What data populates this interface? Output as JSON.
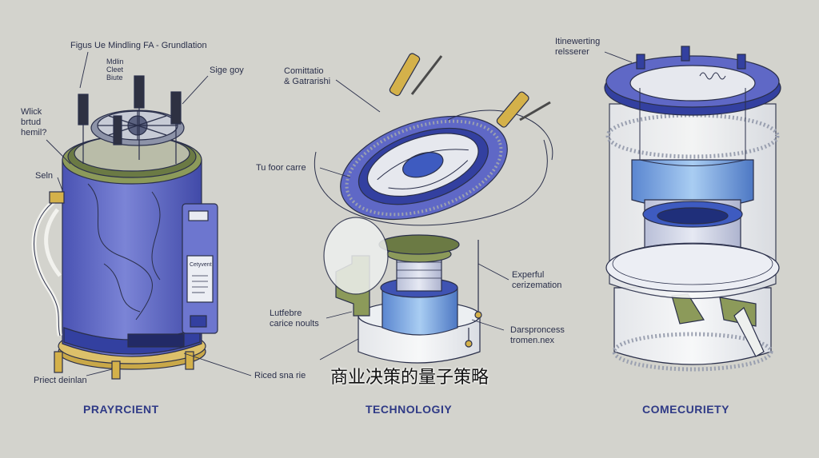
{
  "subtitle": "商业决策的量子策略",
  "colors": {
    "background": "#d3d3cd",
    "body_blue": "#5f68c6",
    "dark_blue": "#3340a0",
    "light_blue": "#8fb3e6",
    "olive": "#8c9a5a",
    "brass": "#d4b14a",
    "line": "#2a2f4a",
    "glass": "#eef0ee",
    "caption": "#2f3a86"
  },
  "panels": {
    "left": {
      "caption": "PRAYRCIENT",
      "labels": {
        "title": "Figus Ue Mindling FA - Grundlation",
        "top_small": "Mdlin\nCleet\nBiute",
        "sige": "Sige goy",
        "wlick": "Wlick\nbrtud\nhemil?",
        "seln": "Seln",
        "priect": "Priect deinlan",
        "riced": "Riced sna rie",
        "panel_text": "Cetyvent"
      }
    },
    "center": {
      "caption": "TECHNOLOGIY",
      "labels": {
        "comittatio": "Comittatio\n& Gatrarishi",
        "tu_foor": "Tu foor carre",
        "experful": "Experful\ncerizemation",
        "lutfebre": "Lutfebre\ncarice noults",
        "darspronce": "Darsproncess\ntromen.nex"
      }
    },
    "right": {
      "caption": "COMECURIETY",
      "labels": {
        "itinewerting": "Itinewerting\nrelsserer"
      }
    }
  }
}
